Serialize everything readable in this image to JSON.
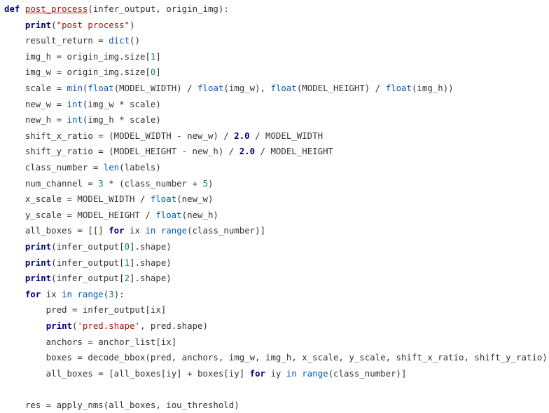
{
  "code": {
    "language": "python",
    "lines": [
      [
        {
          "t": "kw",
          "v": "def"
        },
        {
          "t": "p",
          "v": " "
        },
        {
          "t": "fn",
          "v": "post_process"
        },
        {
          "t": "p",
          "v": "(infer_output, origin_img):"
        }
      ],
      [
        {
          "t": "p",
          "v": "    "
        },
        {
          "t": "kw",
          "v": "print"
        },
        {
          "t": "p",
          "v": "("
        },
        {
          "t": "str",
          "v": "\"post process\""
        },
        {
          "t": "p",
          "v": ")"
        }
      ],
      [
        {
          "t": "p",
          "v": "    result_return = "
        },
        {
          "t": "bi",
          "v": "dict"
        },
        {
          "t": "p",
          "v": "()"
        }
      ],
      [
        {
          "t": "p",
          "v": "    img_h = origin_img.size["
        },
        {
          "t": "num",
          "v": "1"
        },
        {
          "t": "p",
          "v": "]"
        }
      ],
      [
        {
          "t": "p",
          "v": "    img_w = origin_img.size["
        },
        {
          "t": "num",
          "v": "0"
        },
        {
          "t": "p",
          "v": "]"
        }
      ],
      [
        {
          "t": "p",
          "v": "    scale = "
        },
        {
          "t": "bi",
          "v": "min"
        },
        {
          "t": "p",
          "v": "("
        },
        {
          "t": "bi",
          "v": "float"
        },
        {
          "t": "p",
          "v": "(MODEL_WIDTH) / "
        },
        {
          "t": "bi",
          "v": "float"
        },
        {
          "t": "p",
          "v": "(img_w), "
        },
        {
          "t": "bi",
          "v": "float"
        },
        {
          "t": "p",
          "v": "(MODEL_HEIGHT) / "
        },
        {
          "t": "bi",
          "v": "float"
        },
        {
          "t": "p",
          "v": "(img_h))"
        }
      ],
      [
        {
          "t": "p",
          "v": "    new_w = "
        },
        {
          "t": "bi",
          "v": "int"
        },
        {
          "t": "p",
          "v": "(img_w * scale)"
        }
      ],
      [
        {
          "t": "p",
          "v": "    new_h = "
        },
        {
          "t": "bi",
          "v": "int"
        },
        {
          "t": "p",
          "v": "(img_h * scale)"
        }
      ],
      [
        {
          "t": "p",
          "v": "    shift_x_ratio = (MODEL_WIDTH - new_w) / "
        },
        {
          "t": "numb",
          "v": "2.0"
        },
        {
          "t": "p",
          "v": " / MODEL_WIDTH"
        }
      ],
      [
        {
          "t": "p",
          "v": "    shift_y_ratio = (MODEL_HEIGHT - new_h) / "
        },
        {
          "t": "numb",
          "v": "2.0"
        },
        {
          "t": "p",
          "v": " / MODEL_HEIGHT"
        }
      ],
      [
        {
          "t": "p",
          "v": "    class_number = "
        },
        {
          "t": "bi",
          "v": "len"
        },
        {
          "t": "p",
          "v": "(labels)"
        }
      ],
      [
        {
          "t": "p",
          "v": "    num_channel = "
        },
        {
          "t": "num",
          "v": "3"
        },
        {
          "t": "p",
          "v": " * (class_number + "
        },
        {
          "t": "num",
          "v": "5"
        },
        {
          "t": "p",
          "v": ")"
        }
      ],
      [
        {
          "t": "p",
          "v": "    x_scale = MODEL_WIDTH / "
        },
        {
          "t": "bi",
          "v": "float"
        },
        {
          "t": "p",
          "v": "(new_w)"
        }
      ],
      [
        {
          "t": "p",
          "v": "    y_scale = MODEL_HEIGHT / "
        },
        {
          "t": "bi",
          "v": "float"
        },
        {
          "t": "p",
          "v": "(new_h)"
        }
      ],
      [
        {
          "t": "p",
          "v": "    all_boxes = [[] "
        },
        {
          "t": "kw",
          "v": "for"
        },
        {
          "t": "p",
          "v": " ix "
        },
        {
          "t": "bi",
          "v": "in"
        },
        {
          "t": "p",
          "v": " "
        },
        {
          "t": "bi",
          "v": "range"
        },
        {
          "t": "p",
          "v": "(class_number)]"
        }
      ],
      [
        {
          "t": "p",
          "v": "    "
        },
        {
          "t": "kw",
          "v": "print"
        },
        {
          "t": "p",
          "v": "(infer_output["
        },
        {
          "t": "num",
          "v": "0"
        },
        {
          "t": "p",
          "v": "].shape)"
        }
      ],
      [
        {
          "t": "p",
          "v": "    "
        },
        {
          "t": "kw",
          "v": "print"
        },
        {
          "t": "p",
          "v": "(infer_output["
        },
        {
          "t": "num",
          "v": "1"
        },
        {
          "t": "p",
          "v": "].shape)"
        }
      ],
      [
        {
          "t": "p",
          "v": "    "
        },
        {
          "t": "kw",
          "v": "print"
        },
        {
          "t": "p",
          "v": "(infer_output["
        },
        {
          "t": "num",
          "v": "2"
        },
        {
          "t": "p",
          "v": "].shape)"
        }
      ],
      [
        {
          "t": "p",
          "v": "    "
        },
        {
          "t": "kw",
          "v": "for"
        },
        {
          "t": "p",
          "v": " ix "
        },
        {
          "t": "bi",
          "v": "in"
        },
        {
          "t": "p",
          "v": " "
        },
        {
          "t": "bi",
          "v": "range"
        },
        {
          "t": "p",
          "v": "("
        },
        {
          "t": "num",
          "v": "3"
        },
        {
          "t": "p",
          "v": "):"
        }
      ],
      [
        {
          "t": "p",
          "v": "        pred = infer_output[ix]"
        }
      ],
      [
        {
          "t": "p",
          "v": "        "
        },
        {
          "t": "kw",
          "v": "print"
        },
        {
          "t": "p",
          "v": "("
        },
        {
          "t": "str",
          "v": "'pred.shape'"
        },
        {
          "t": "p",
          "v": ", pred.shape)"
        }
      ],
      [
        {
          "t": "p",
          "v": "        anchors = anchor_list[ix]"
        }
      ],
      [
        {
          "t": "p",
          "v": "        boxes = decode_bbox(pred, anchors, img_w, img_h, x_scale, y_scale, shift_x_ratio, shift_y_ratio)"
        }
      ],
      [
        {
          "t": "p",
          "v": "        all_boxes = [all_boxes[iy] + boxes[iy] "
        },
        {
          "t": "kw",
          "v": "for"
        },
        {
          "t": "p",
          "v": " iy "
        },
        {
          "t": "bi",
          "v": "in"
        },
        {
          "t": "p",
          "v": " "
        },
        {
          "t": "bi",
          "v": "range"
        },
        {
          "t": "p",
          "v": "(class_number)]"
        }
      ],
      [],
      [
        {
          "t": "p",
          "v": "    res = apply_nms(all_boxes, iou_threshold)"
        }
      ]
    ]
  }
}
